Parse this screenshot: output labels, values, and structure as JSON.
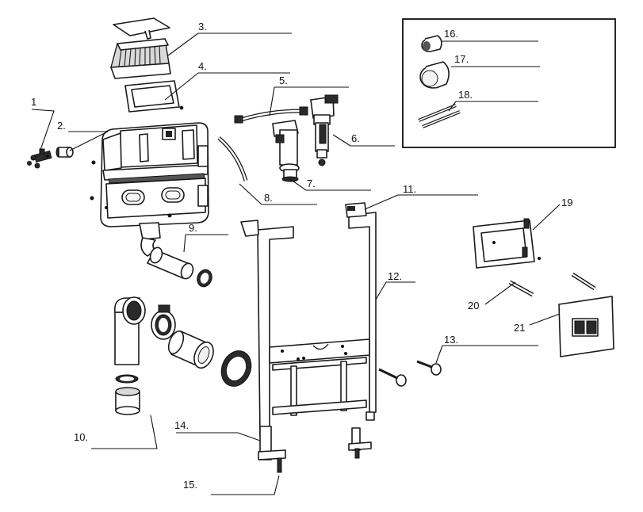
{
  "callouts": [
    {
      "id": "1",
      "text": "1"
    },
    {
      "id": "2",
      "text": "2."
    },
    {
      "id": "3",
      "text": "3."
    },
    {
      "id": "4",
      "text": "4."
    },
    {
      "id": "5",
      "text": "5."
    },
    {
      "id": "6",
      "text": "6."
    },
    {
      "id": "7",
      "text": "7."
    },
    {
      "id": "8",
      "text": "8."
    },
    {
      "id": "9",
      "text": "9."
    },
    {
      "id": "10",
      "text": "10."
    },
    {
      "id": "11",
      "text": "11."
    },
    {
      "id": "12",
      "text": "12."
    },
    {
      "id": "13",
      "text": "13."
    },
    {
      "id": "14",
      "text": "14."
    },
    {
      "id": "15",
      "text": "15."
    },
    {
      "id": "16",
      "text": "16."
    },
    {
      "id": "17",
      "text": "17."
    },
    {
      "id": "18",
      "text": "18."
    },
    {
      "id": "19",
      "text": "19"
    },
    {
      "id": "20",
      "text": "20"
    },
    {
      "id": "21",
      "text": "21"
    }
  ]
}
